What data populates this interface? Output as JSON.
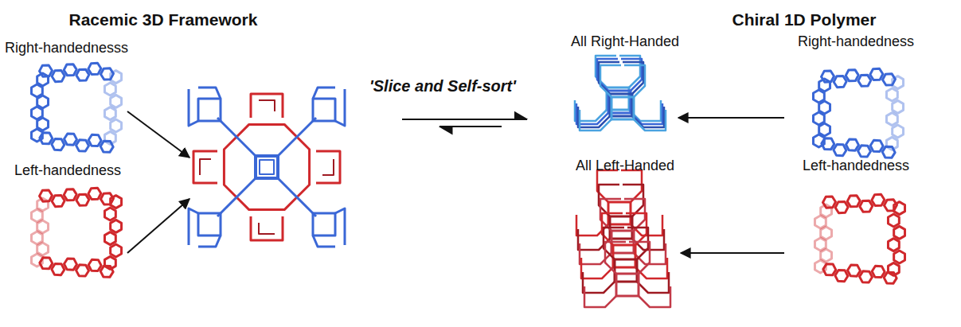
{
  "diagram": {
    "labels": [
      "Racemic 3D Framework",
      "Chiral 1D Polymer",
      "Right-handednesss",
      "Left-handedness",
      "'Slice and Self-sort'",
      "All Right-Handed",
      "Right-handedness",
      "All Left-Handed",
      "Left-handedness"
    ]
  }
}
